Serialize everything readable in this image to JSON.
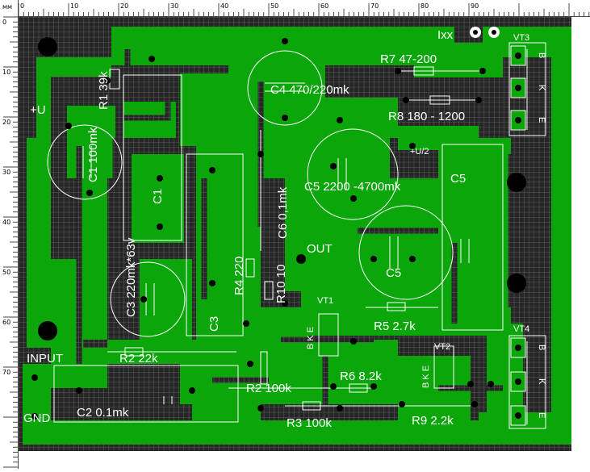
{
  "ruler": {
    "unit": "мм",
    "h_ticks": [
      "0",
      "10",
      "20",
      "30",
      "40",
      "50",
      "60",
      "70",
      "80",
      "90"
    ],
    "v_ticks": [
      "0",
      "10",
      "20",
      "30",
      "40",
      "50",
      "60",
      "70"
    ]
  },
  "labels": {
    "r1": "R1 39k",
    "c4": "C4 470/220mk",
    "r7": "R7 47-200",
    "r8": "R8 180 - 1200",
    "plus_u": "+U",
    "c1_cap": "C1 100mk",
    "c1_film": "C1",
    "u2": "+U/2",
    "c5_top": "C5 2200 -4700mk",
    "c5_side": "C5",
    "c5_mid": "C5",
    "c6": "C6 0,1mk",
    "out": "OUT",
    "r10": "R10 10",
    "r4": "R4 220",
    "c3_cap": "C3 220mk*63v",
    "c3_film": "C3",
    "vt1": "VT1",
    "vt1_pins": "B K E",
    "r5": "R5 2.7k",
    "input": "INPUT",
    "r2_top": "R2 22k",
    "r2_mid": "R2 100k",
    "r6": "R6 8.2k",
    "vt2": "VT2",
    "vt2_pins": "B K E",
    "c2": "C2 0.1mk",
    "gnd": "GND",
    "r3": "R3 100k",
    "r9": "R9 2.2k",
    "ixx": "Ixx",
    "vt3": "VT3",
    "vt4": "VT4",
    "pin_b": "B",
    "pin_k": "K",
    "pin_e": "E"
  }
}
